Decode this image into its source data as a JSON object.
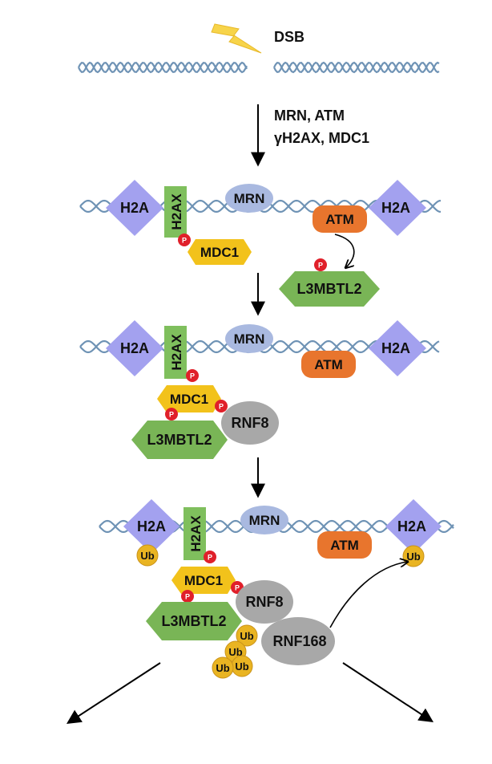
{
  "colors": {
    "dna": "#6f93b5",
    "h2a": "#a3a1ef",
    "h2ax": "#7fbf5d",
    "mrn": "#a9b9e0",
    "atm": "#e8752d",
    "mdc1": "#f2c21b",
    "l3mbtl2": "#79b556",
    "rnf": "#a8a8a8",
    "phospho": "#e0202a",
    "ub": "#e9b422",
    "bolt": "#f7d44a"
  },
  "icons": [
    "lightning-bolt-icon",
    "arrow-down-icon",
    "curved-arrow-icon"
  ],
  "labels": {
    "dsb": "DSB",
    "step1_line1": "MRN, ATM",
    "step1_line2": "γH2AX, MDC1",
    "h2a": "H2A",
    "h2ax": "H2AX",
    "mrn": "MRN",
    "atm": "ATM",
    "mdc1": "MDC1",
    "l3mbtl2": "L3MBTL2",
    "rnf8": "RNF8",
    "rnf168": "RNF168",
    "p": "P",
    "ub": "Ub"
  }
}
